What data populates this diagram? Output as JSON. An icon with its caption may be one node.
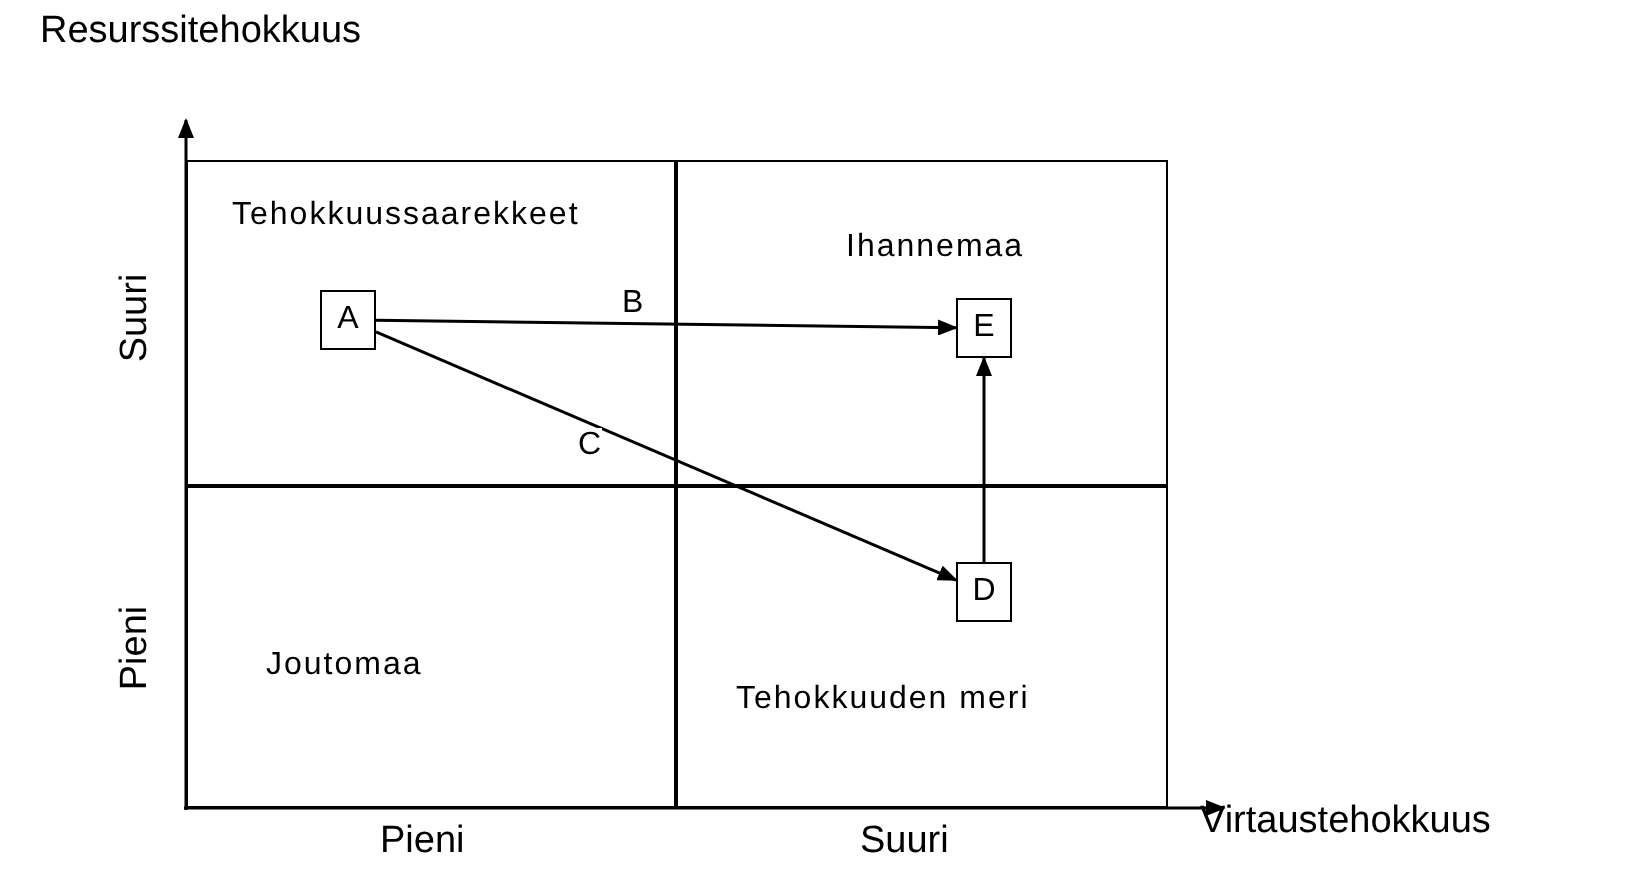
{
  "diagram": {
    "nodes": [
      {
        "text": [
          "Tehokkuussaarekkeet"
        ]
      },
      {
        "text": [
          "A"
        ],
        "in": 0
      },
      {
        "text": [
          "Ihannemaa"
        ]
      },
      {
        "text": [
          "E"
        ],
        "in": 2
      },
      {
        "text": [
          "Joutomaa"
        ]
      },
      {
        "text": [
          "Tehokkuuden meri"
        ]
      },
      {
        "text": [
          "D"
        ],
        "in": 5
      }
    ],
    "edges": [
      {
        "from": 1,
        "to": 3,
        "arrow": "to",
        "label": "B"
      },
      {
        "from": 1,
        "to": 6,
        "arrow": "to",
        "label": "C"
      },
      {
        "from": 6,
        "to": 3,
        "arrow": "to"
      }
    ],
    "labels": [
      "Resurssitehokkuus",
      "Suuri",
      "Pieni",
      "Virtaustehokkuus",
      "Pieni",
      "Suuri"
    ]
  }
}
